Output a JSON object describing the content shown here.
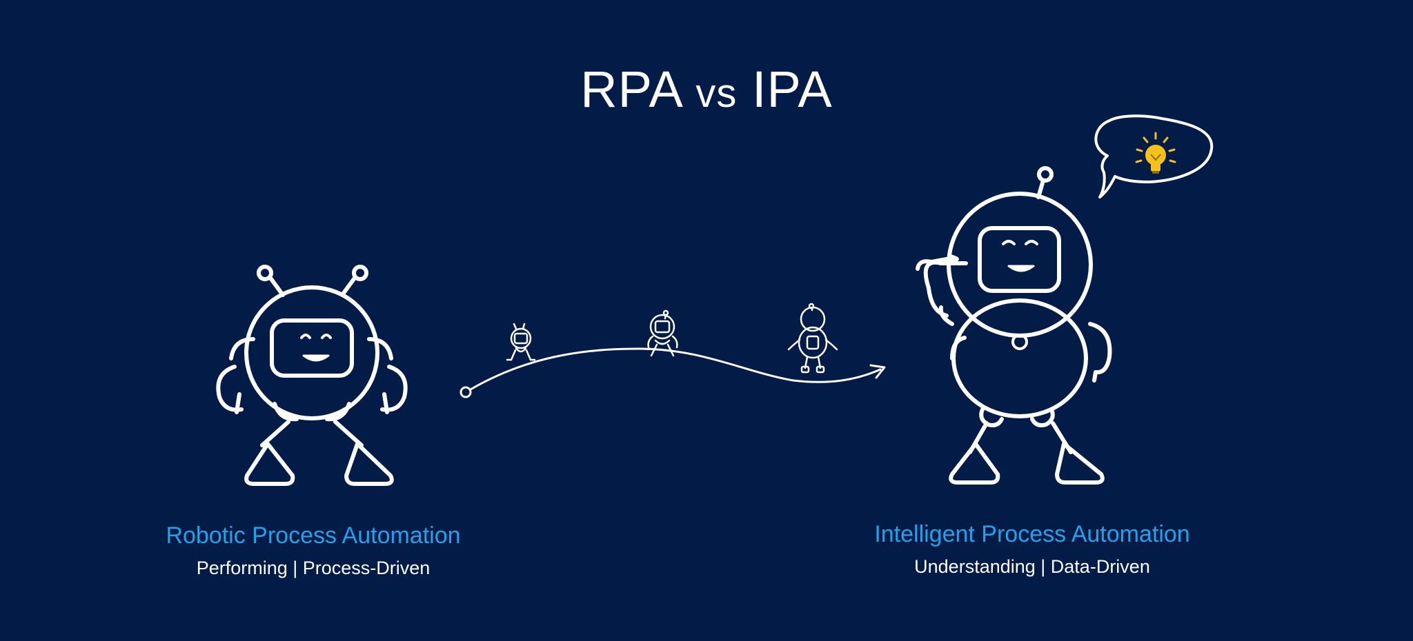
{
  "title": {
    "left": "RPA",
    "vs": "vs",
    "right": "IPA"
  },
  "left_robot": {
    "heading": "Robotic Process Automation",
    "subheading": "Performing | Process-Driven"
  },
  "right_robot": {
    "heading": "Intelligent Process Automation",
    "subheading": "Understanding | Data-Driven"
  },
  "colors": {
    "background": "#031b47",
    "accent": "#22a2e8",
    "line": "#ffffff",
    "bulb": "#f5c21b"
  },
  "icons": {
    "left": "rpa-robot-icon",
    "right": "ipa-robot-icon",
    "bubble": "idea-bubble-icon",
    "bulb": "lightbulb-icon",
    "path": "evolution-path-icon"
  }
}
